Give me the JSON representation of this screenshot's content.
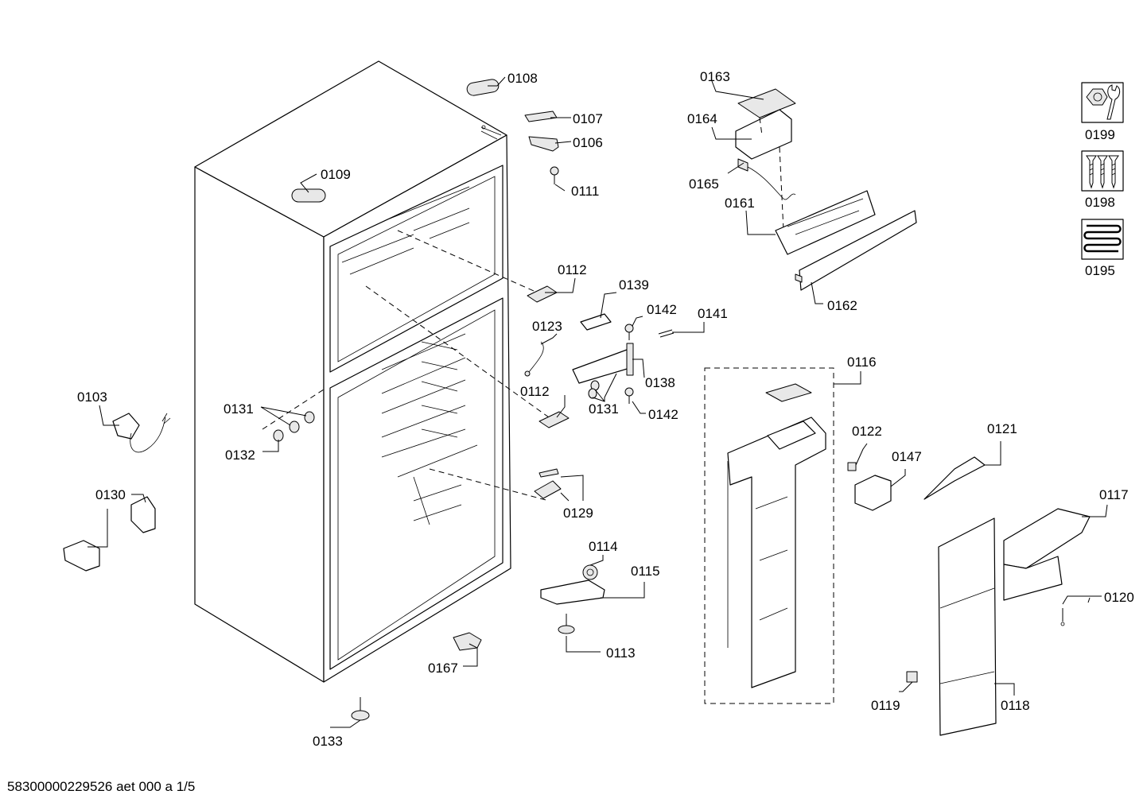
{
  "footer": {
    "document_code": "58300000229526 aet 000 a 1/5"
  },
  "labels": {
    "p0108": "0108",
    "p0107": "0107",
    "p0106": "0106",
    "p0111": "0111",
    "p0109": "0109",
    "p0163": "0163",
    "p0164": "0164",
    "p0165": "0165",
    "p0161": "0161",
    "p0162": "0162",
    "p0112a": "0112",
    "p0139": "0139",
    "p0142a": "0142",
    "p0141": "0141",
    "p0123": "0123",
    "p0138": "0138",
    "p0112b": "0112",
    "p0131a": "0131",
    "p0142b": "0142",
    "p0116": "0116",
    "p0103": "0103",
    "p0131b": "0131",
    "p0132": "0132",
    "p0122": "0122",
    "p0147": "0147",
    "p0121": "0121",
    "p0130": "0130",
    "p0129": "0129",
    "p0117": "0117",
    "p0114": "0114",
    "p0115": "0115",
    "p0120": "0120",
    "p0113": "0113",
    "p0167": "0167",
    "p0119": "0119",
    "p0118": "0118",
    "p0133": "0133"
  },
  "kit_icons": [
    {
      "code": "0199",
      "icon": "nut-and-wrench-icon"
    },
    {
      "code": "0198",
      "icon": "screws-icon"
    },
    {
      "code": "0195",
      "icon": "spring-coil-icon"
    }
  ]
}
